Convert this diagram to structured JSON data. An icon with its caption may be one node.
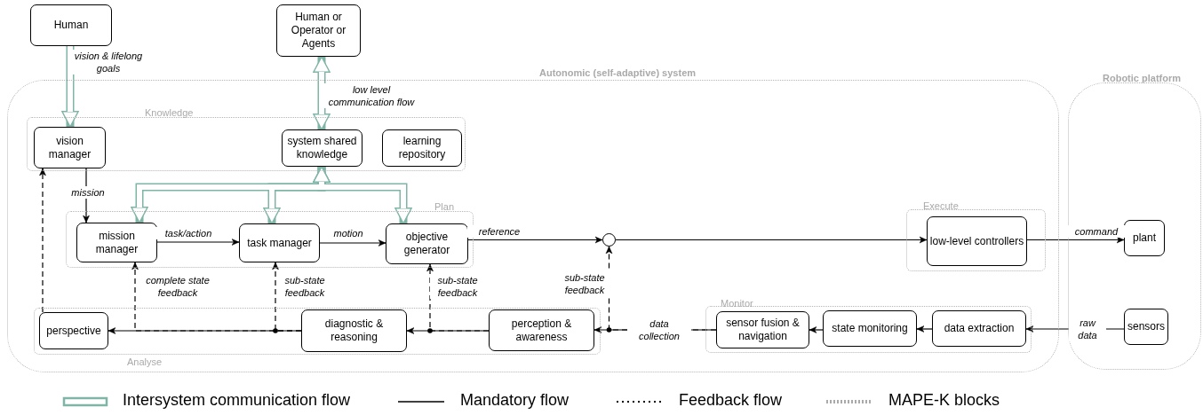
{
  "diagram": {
    "nodes": [
      {
        "text": [
          "Human"
        ]
      },
      {
        "text": [
          "Human or Operator or Agents"
        ]
      },
      {
        "text": [
          "Autonomic (self-adaptive) system"
        ]
      },
      {
        "text": [
          "Robotic platform"
        ]
      },
      {
        "text": [
          "Knowledge"
        ],
        "in": 2
      },
      {
        "text": [
          "vision manager"
        ],
        "in": 4
      },
      {
        "text": [
          "system shared knowledge"
        ],
        "in": 4
      },
      {
        "text": [
          "learning repository"
        ],
        "in": 4
      },
      {
        "text": [
          "Plan"
        ],
        "in": 2
      },
      {
        "text": [
          "mission manager"
        ],
        "in": 8
      },
      {
        "text": [
          "task manager"
        ],
        "in": 8
      },
      {
        "text": [
          "objective generator"
        ],
        "in": 8
      },
      {
        "text": [],
        "shape": "circle",
        "in": 2
      },
      {
        "text": [
          "Execute"
        ],
        "in": 2
      },
      {
        "text": [
          "low-level controllers"
        ],
        "in": 13
      },
      {
        "text": [
          "plant"
        ],
        "in": 3
      },
      {
        "text": [
          "Analyse"
        ],
        "in": 2
      },
      {
        "text": [
          "perspective"
        ],
        "in": 16
      },
      {
        "text": [
          "diagnostic & reasoning"
        ],
        "in": 16
      },
      {
        "text": [
          "perception & awareness"
        ],
        "in": 16
      },
      {
        "text": [
          "Monitor"
        ],
        "in": 2
      },
      {
        "text": [
          "sensor fusion & navigation"
        ],
        "in": 20
      },
      {
        "text": [
          "state monitoring"
        ],
        "in": 20
      },
      {
        "text": [
          "data extraction"
        ],
        "in": 20
      },
      {
        "text": [
          "sensors"
        ],
        "in": 3
      }
    ],
    "edges": [
      {
        "from": 0,
        "to": 5,
        "arrow": "to",
        "label": "vision & lifelong goals",
        "style": "thick",
        "color": "#7fb5a6"
      },
      {
        "from": 1,
        "to": 6,
        "arrow": "both",
        "label": "low level communication flow",
        "style": "thick",
        "color": "#7fb5a6"
      },
      {
        "from": 6,
        "to": 9,
        "arrow": "both",
        "style": "thick",
        "color": "#7fb5a6"
      },
      {
        "from": 6,
        "to": 10,
        "arrow": "both",
        "style": "thick",
        "color": "#7fb5a6"
      },
      {
        "from": 6,
        "to": 11,
        "arrow": "both",
        "style": "thick",
        "color": "#7fb5a6"
      },
      {
        "from": 5,
        "to": 9,
        "arrow": "to",
        "label": "mission"
      },
      {
        "from": 9,
        "to": 10,
        "arrow": "to",
        "label": "task/action"
      },
      {
        "from": 10,
        "to": 11,
        "arrow": "to",
        "label": "motion"
      },
      {
        "from": 11,
        "to": 12,
        "arrow": "to",
        "label": "reference"
      },
      {
        "from": 12,
        "to": 14,
        "arrow": "to"
      },
      {
        "from": 14,
        "to": 15,
        "arrow": "to",
        "label": "command"
      },
      {
        "from": 24,
        "to": 23,
        "arrow": "to",
        "label": "raw data"
      },
      {
        "from": 23,
        "to": 22,
        "arrow": "to"
      },
      {
        "from": 22,
        "to": 21,
        "arrow": "to"
      },
      {
        "from": 21,
        "to": 19,
        "arrow": "to",
        "label": "data collection"
      },
      {
        "from": 19,
        "to": 18,
        "arrow": "to"
      },
      {
        "from": 18,
        "to": 17,
        "arrow": "to"
      },
      {
        "from": 18,
        "to": 9,
        "arrow": "to",
        "label": "complete state feedback",
        "style": "dashed"
      },
      {
        "from": 18,
        "to": 10,
        "arrow": "to",
        "label": "sub-state feedback",
        "style": "dashed"
      },
      {
        "from": 19,
        "to": 11,
        "arrow": "to",
        "label": "sub-state feedback",
        "style": "dashed"
      },
      {
        "from": 21,
        "to": 12,
        "arrow": "to",
        "label": "sub-state feedback",
        "style": "dashed"
      },
      {
        "from": 17,
        "to": 5,
        "arrow": "to",
        "style": "dashed"
      }
    ],
    "legend": [
      {
        "text": "Intersystem communication flow"
      },
      {
        "text": "Mandatory flow"
      },
      {
        "text": "Feedback flow"
      },
      {
        "text": "MAPE-K blocks"
      }
    ]
  }
}
